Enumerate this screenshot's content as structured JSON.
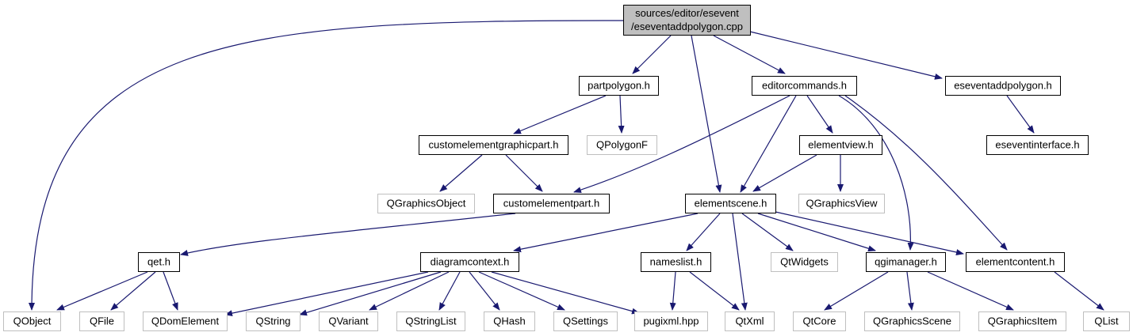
{
  "colors": {
    "edge": "#191970",
    "node_border": "#000000",
    "external_border": "#bfbfbf",
    "root_fill": "#bfbfbf",
    "node_fill": "#ffffff",
    "text": "#000000"
  },
  "nodes": [
    {
      "id": "root",
      "lines": [
        "sources/editor/esevent",
        "/eseventaddpolygon.cpp"
      ],
      "kind": "root"
    },
    {
      "id": "partpolygon",
      "lines": [
        "partpolygon.h"
      ],
      "kind": "local"
    },
    {
      "id": "editorcommands",
      "lines": [
        "editorcommands.h"
      ],
      "kind": "local"
    },
    {
      "id": "eseventaddpolygon",
      "lines": [
        "eseventaddpolygon.h"
      ],
      "kind": "local"
    },
    {
      "id": "customelementgraphicpart",
      "lines": [
        "customelementgraphicpart.h"
      ],
      "kind": "local"
    },
    {
      "id": "QPolygonF",
      "lines": [
        "QPolygonF"
      ],
      "kind": "external"
    },
    {
      "id": "elementview",
      "lines": [
        "elementview.h"
      ],
      "kind": "local"
    },
    {
      "id": "eseventinterface",
      "lines": [
        "eseventinterface.h"
      ],
      "kind": "local"
    },
    {
      "id": "QGraphicsObject",
      "lines": [
        "QGraphicsObject"
      ],
      "kind": "external"
    },
    {
      "id": "customelementpart",
      "lines": [
        "customelementpart.h"
      ],
      "kind": "local"
    },
    {
      "id": "elementscene",
      "lines": [
        "elementscene.h"
      ],
      "kind": "local"
    },
    {
      "id": "QGraphicsView",
      "lines": [
        "QGraphicsView"
      ],
      "kind": "external"
    },
    {
      "id": "qet",
      "lines": [
        "qet.h"
      ],
      "kind": "local"
    },
    {
      "id": "diagramcontext",
      "lines": [
        "diagramcontext.h"
      ],
      "kind": "local"
    },
    {
      "id": "nameslist",
      "lines": [
        "nameslist.h"
      ],
      "kind": "local"
    },
    {
      "id": "QtWidgets",
      "lines": [
        "QtWidgets"
      ],
      "kind": "external"
    },
    {
      "id": "qgimanager",
      "lines": [
        "qgimanager.h"
      ],
      "kind": "local"
    },
    {
      "id": "elementcontent",
      "lines": [
        "elementcontent.h"
      ],
      "kind": "local"
    },
    {
      "id": "QObject",
      "lines": [
        "QObject"
      ],
      "kind": "external"
    },
    {
      "id": "QFile",
      "lines": [
        "QFile"
      ],
      "kind": "external"
    },
    {
      "id": "QDomElement",
      "lines": [
        "QDomElement"
      ],
      "kind": "external"
    },
    {
      "id": "QString",
      "lines": [
        "QString"
      ],
      "kind": "external"
    },
    {
      "id": "QVariant",
      "lines": [
        "QVariant"
      ],
      "kind": "external"
    },
    {
      "id": "QStringList",
      "lines": [
        "QStringList"
      ],
      "kind": "external"
    },
    {
      "id": "QHash",
      "lines": [
        "QHash"
      ],
      "kind": "external"
    },
    {
      "id": "QSettings",
      "lines": [
        "QSettings"
      ],
      "kind": "external"
    },
    {
      "id": "pugixml",
      "lines": [
        "pugixml.hpp"
      ],
      "kind": "external"
    },
    {
      "id": "QtXml",
      "lines": [
        "QtXml"
      ],
      "kind": "external"
    },
    {
      "id": "QtCore",
      "lines": [
        "QtCore"
      ],
      "kind": "external"
    },
    {
      "id": "QGraphicsScene",
      "lines": [
        "QGraphicsScene"
      ],
      "kind": "external"
    },
    {
      "id": "QGraphicsItem",
      "lines": [
        "QGraphicsItem"
      ],
      "kind": "external"
    },
    {
      "id": "QList",
      "lines": [
        "QList"
      ],
      "kind": "external"
    }
  ],
  "edges": [
    {
      "from": "root",
      "to": "QObject"
    },
    {
      "from": "root",
      "to": "partpolygon"
    },
    {
      "from": "root",
      "to": "elementscene"
    },
    {
      "from": "root",
      "to": "editorcommands"
    },
    {
      "from": "root",
      "to": "eseventaddpolygon"
    },
    {
      "from": "partpolygon",
      "to": "customelementgraphicpart"
    },
    {
      "from": "partpolygon",
      "to": "QPolygonF"
    },
    {
      "from": "customelementgraphicpart",
      "to": "QGraphicsObject"
    },
    {
      "from": "customelementgraphicpart",
      "to": "customelementpart"
    },
    {
      "from": "editorcommands",
      "to": "customelementpart"
    },
    {
      "from": "editorcommands",
      "to": "elementscene"
    },
    {
      "from": "editorcommands",
      "to": "elementview"
    },
    {
      "from": "editorcommands",
      "to": "qgimanager"
    },
    {
      "from": "editorcommands",
      "to": "elementcontent"
    },
    {
      "from": "elementview",
      "to": "elementscene"
    },
    {
      "from": "elementview",
      "to": "QGraphicsView"
    },
    {
      "from": "eseventaddpolygon",
      "to": "eseventinterface"
    },
    {
      "from": "customelementpart",
      "to": "qet"
    },
    {
      "from": "elementscene",
      "to": "diagramcontext"
    },
    {
      "from": "elementscene",
      "to": "nameslist"
    },
    {
      "from": "elementscene",
      "to": "QtXml"
    },
    {
      "from": "elementscene",
      "to": "QtWidgets"
    },
    {
      "from": "elementscene",
      "to": "qgimanager"
    },
    {
      "from": "elementscene",
      "to": "elementcontent"
    },
    {
      "from": "qet",
      "to": "QObject"
    },
    {
      "from": "qet",
      "to": "QFile"
    },
    {
      "from": "qet",
      "to": "QDomElement"
    },
    {
      "from": "diagramcontext",
      "to": "QDomElement"
    },
    {
      "from": "diagramcontext",
      "to": "QString"
    },
    {
      "from": "diagramcontext",
      "to": "QVariant"
    },
    {
      "from": "diagramcontext",
      "to": "QStringList"
    },
    {
      "from": "diagramcontext",
      "to": "QHash"
    },
    {
      "from": "diagramcontext",
      "to": "QSettings"
    },
    {
      "from": "diagramcontext",
      "to": "pugixml"
    },
    {
      "from": "nameslist",
      "to": "pugixml"
    },
    {
      "from": "nameslist",
      "to": "QtXml"
    },
    {
      "from": "qgimanager",
      "to": "QtCore"
    },
    {
      "from": "qgimanager",
      "to": "QGraphicsScene"
    },
    {
      "from": "qgimanager",
      "to": "QGraphicsItem"
    },
    {
      "from": "elementcontent",
      "to": "QList"
    }
  ]
}
